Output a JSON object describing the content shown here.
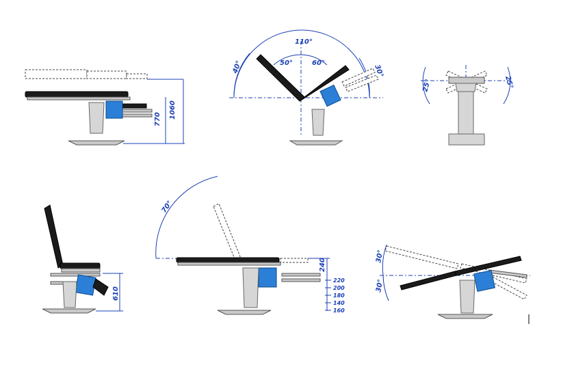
{
  "diagrams": {
    "height_adjust": {
      "label_high": "1060",
      "label_low": "770"
    },
    "tilt_back_leg": {
      "label_total": "110°",
      "label_back": "50°",
      "label_leg": "60°",
      "label_back_ext": "40°",
      "label_leg_ext": "30°"
    },
    "lateral_tilt": {
      "label_left": "25°",
      "label_right": "25°"
    },
    "chair_position": {
      "label_height": "610"
    },
    "backrest": {
      "label_angle": "70°",
      "label_offset": "240",
      "scale": [
        "220",
        "200",
        "180",
        "140",
        "160"
      ]
    },
    "trendelenburg": {
      "label_up": "30°",
      "label_down": "30°"
    }
  },
  "colors": {
    "dimension": "#1a3fb5",
    "accent": "#2b7fd6",
    "pad": "#1b1b1b",
    "frame": "#c9c9c9"
  }
}
